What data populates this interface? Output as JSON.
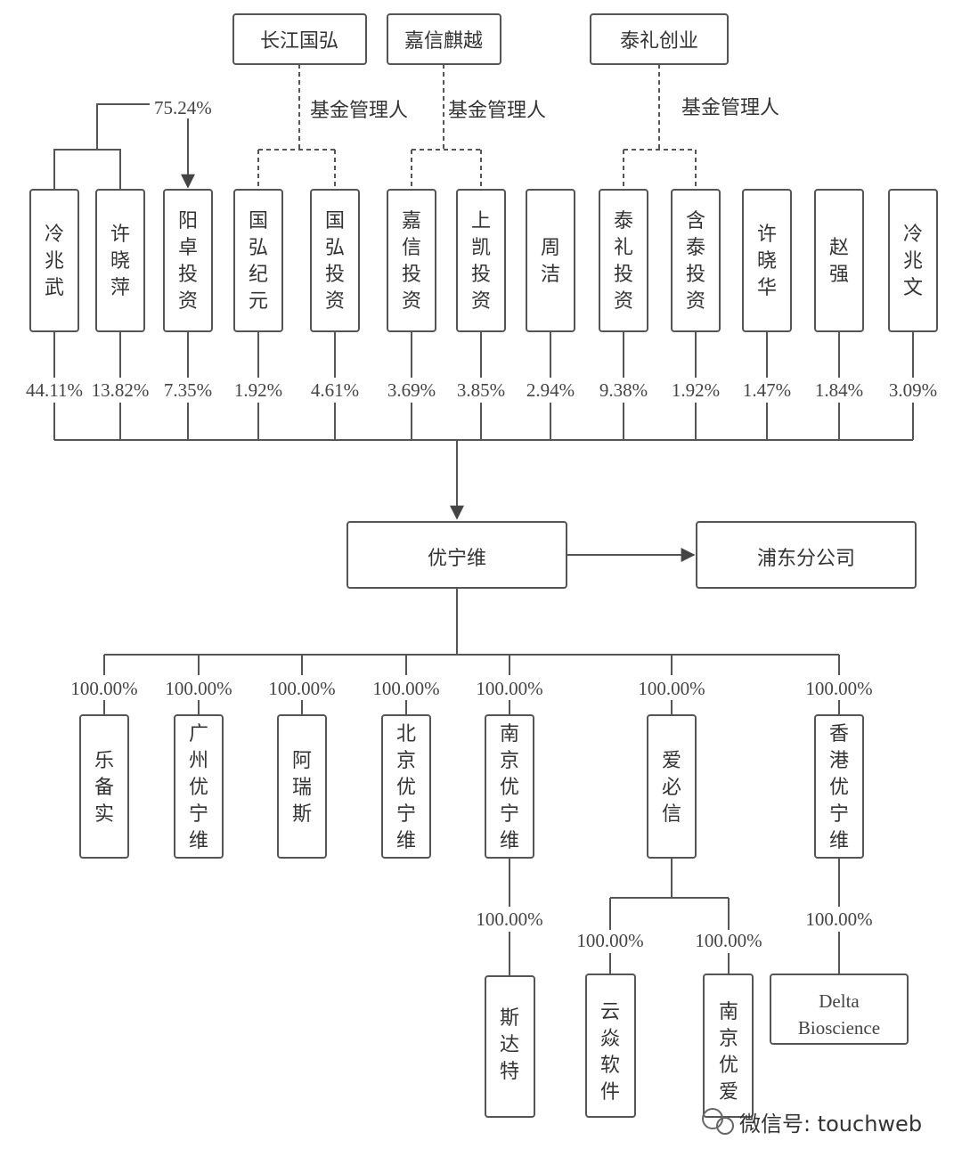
{
  "managers": [
    {
      "name": "长江国弘",
      "role": "基金管理人"
    },
    {
      "name": "嘉信麒越",
      "role": "基金管理人"
    },
    {
      "name": "泰礼创业",
      "role": "基金管理人"
    }
  ],
  "shareholders": [
    {
      "name": "冷兆武",
      "pct": "44.11%"
    },
    {
      "name": "许晓萍",
      "pct": "13.82%"
    },
    {
      "name": "阳卓投资",
      "pct": "7.35%"
    },
    {
      "name": "国弘纪元",
      "pct": "1.92%"
    },
    {
      "name": "国弘投资",
      "pct": "4.61%"
    },
    {
      "name": "嘉信投资",
      "pct": "3.69%"
    },
    {
      "name": "上凯投资",
      "pct": "3.85%"
    },
    {
      "name": "周洁",
      "pct": "2.94%"
    },
    {
      "name": "泰礼投资",
      "pct": "9.38%"
    },
    {
      "name": "含泰投资",
      "pct": "1.92%"
    },
    {
      "name": "许晓华",
      "pct": "1.47%"
    },
    {
      "name": "赵强",
      "pct": "1.84%"
    },
    {
      "name": "冷兆文",
      "pct": "3.09%"
    }
  ],
  "yangzhuo_pct": "75.24%",
  "company": "优宁维",
  "branch": "浦东分公司",
  "subsidiaries": [
    {
      "name": "乐备实",
      "pct": "100.00%"
    },
    {
      "name": "广州优宁维",
      "pct": "100.00%"
    },
    {
      "name": "阿瑞斯",
      "pct": "100.00%"
    },
    {
      "name": "北京优宁维",
      "pct": "100.00%"
    },
    {
      "name": "南京优宁维",
      "pct": "100.00%"
    },
    {
      "name": "爱必信",
      "pct": "100.00%"
    },
    {
      "name": "香港优宁维",
      "pct": "100.00%"
    }
  ],
  "grandchildren": [
    {
      "name": "斯达特",
      "pct": "100.00%"
    },
    {
      "name": "云焱软件",
      "pct": "100.00%"
    },
    {
      "name": "南京优爱",
      "pct": "100.00%"
    },
    {
      "name": "Delta Bioscience",
      "line1": "Delta",
      "line2": "Bioscience",
      "pct": "100.00%"
    }
  ],
  "watermark": "微信号: touchweb"
}
